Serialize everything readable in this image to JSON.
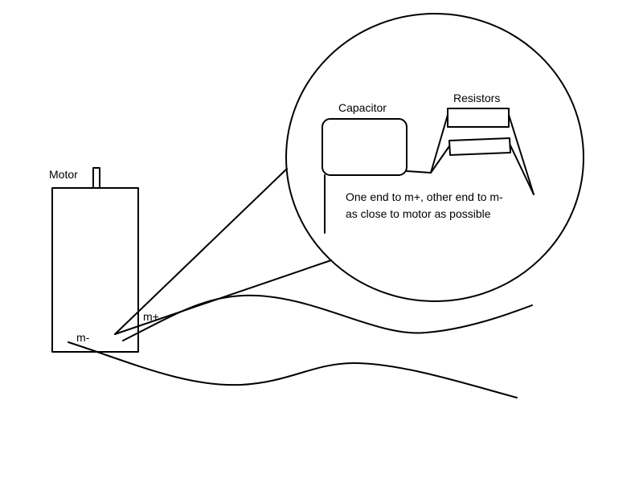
{
  "labels": {
    "motor": "Motor",
    "m_plus": "m+",
    "m_minus": "m-",
    "capacitor": "Capacitor",
    "resistors": "Resistors",
    "note_line1": "One end to m+, other end to m-",
    "note_line2": "as close to motor as possible"
  },
  "colors": {
    "line": "#000000",
    "background": "#ffffff"
  }
}
